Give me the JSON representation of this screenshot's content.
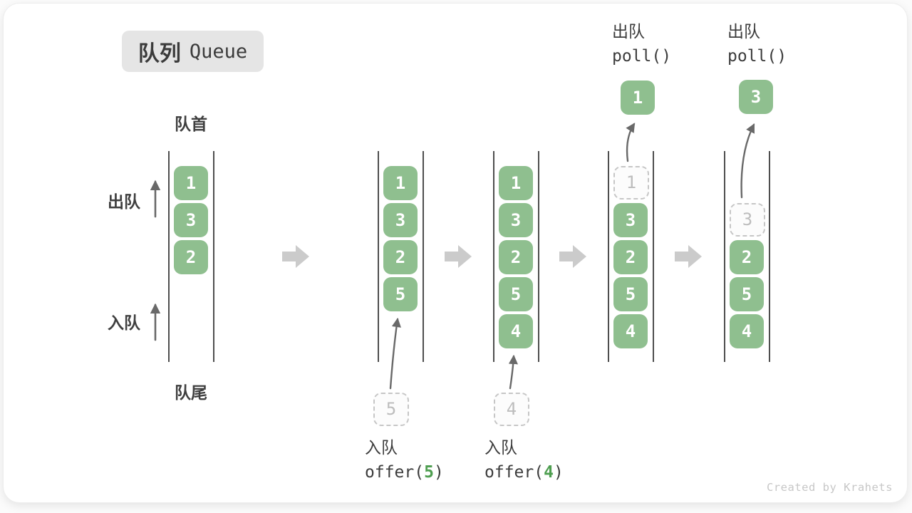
{
  "title": {
    "zh": "队列",
    "en": "Queue"
  },
  "labels": {
    "front": "队首",
    "rear": "队尾",
    "dequeue_side": "出队",
    "enqueue_side": "入队"
  },
  "columns": [
    {
      "boxes": [
        "1",
        "3",
        "2"
      ]
    },
    {
      "boxes": [
        "1",
        "3",
        "2",
        "5"
      ],
      "pending": "5"
    },
    {
      "boxes": [
        "1",
        "3",
        "2",
        "5",
        "4"
      ],
      "pending": "4"
    },
    {
      "removed": "1",
      "boxes": [
        "3",
        "2",
        "5",
        "4"
      ],
      "result": "1"
    },
    {
      "removed": "3",
      "boxes": [
        "2",
        "5",
        "4"
      ],
      "result": "3"
    }
  ],
  "enqueue_ops": [
    {
      "label": "入队",
      "code_open": "offer(",
      "value": "5",
      "code_close": ")"
    },
    {
      "label": "入队",
      "code_open": "offer(",
      "value": "4",
      "code_close": ")"
    }
  ],
  "dequeue_ops": [
    {
      "label": "出队",
      "code": "poll()"
    },
    {
      "label": "出队",
      "code": "poll()"
    }
  ],
  "watermark": "Created by Krahets",
  "colors": {
    "item_green": "#8FBF8F",
    "code_value_green": "#4E9E50",
    "block_arrow_gray": "#cbcbcb",
    "line_dark": "#4e4e4e",
    "curve_arrow_gray": "#696969"
  }
}
